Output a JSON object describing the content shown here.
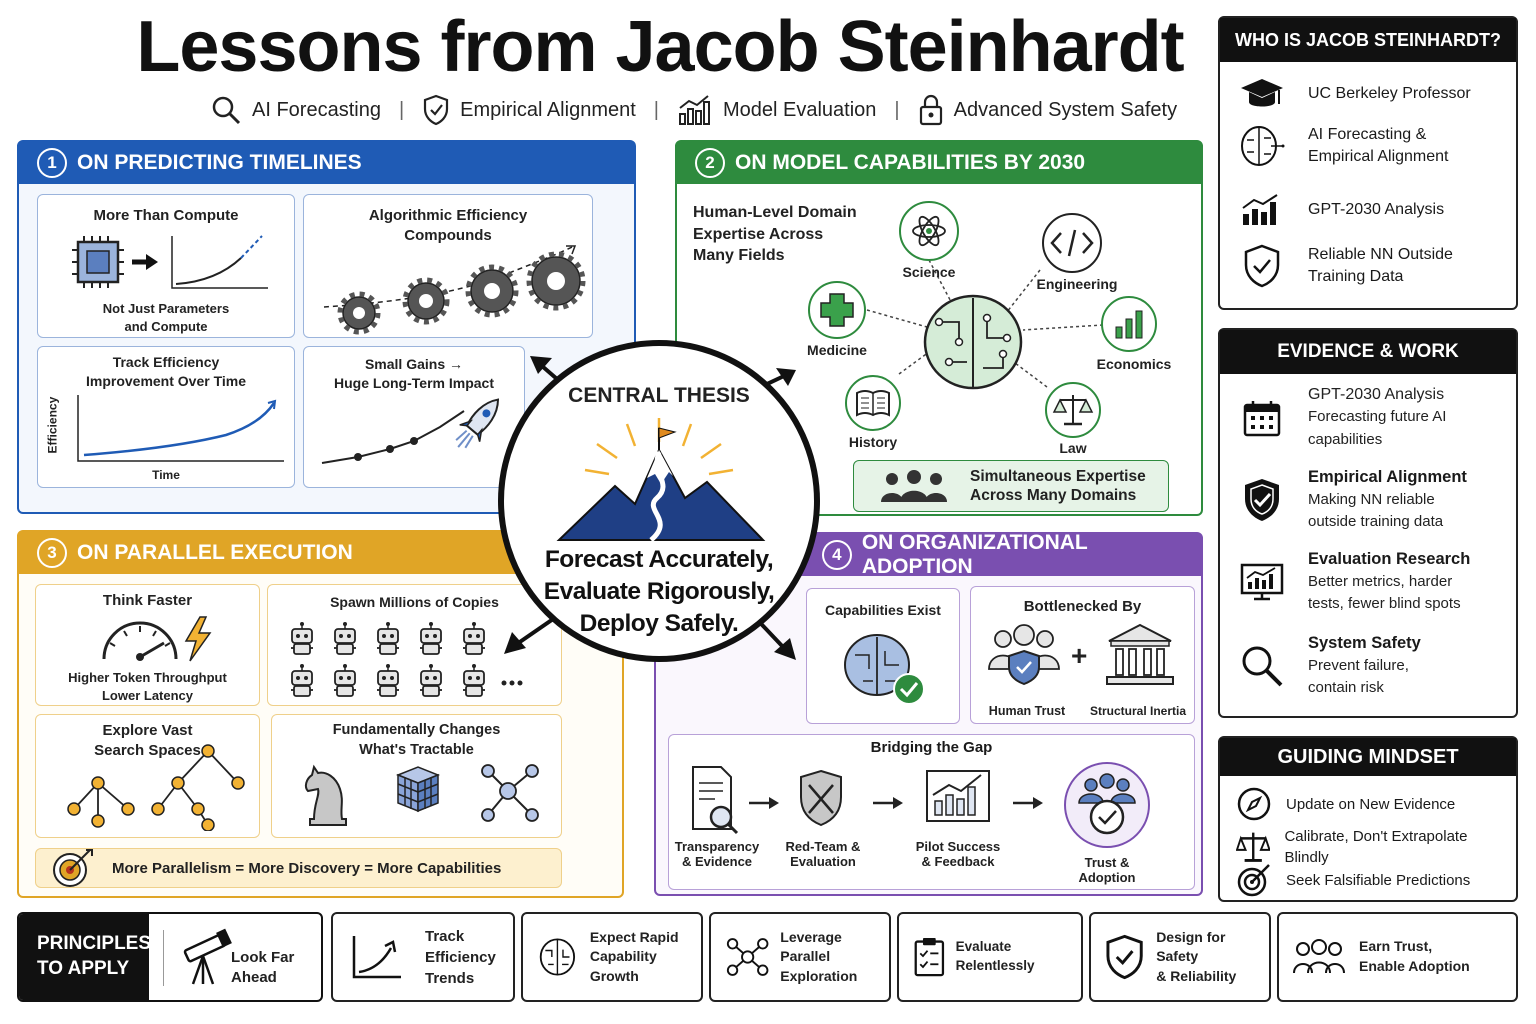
{
  "title": "Lessons from Jacob Steinhardt",
  "topics": [
    "AI Forecasting",
    "Empirical Alignment",
    "Model Evaluation",
    "Advanced System Safety"
  ],
  "colors": {
    "blue": "#1f5bb5",
    "green": "#2e8b3e",
    "orange": "#e0a526",
    "purple": "#7a4fb0",
    "black": "#111111"
  },
  "sections": {
    "s1": {
      "num": "1",
      "title": "ON PREDICTING TIMELINES",
      "cards": {
        "compute": {
          "title": "More Than Compute",
          "caption": "Not Just Parameters\nand Compute"
        },
        "algo": {
          "title": "Algorithmic Efficiency\nCompounds"
        },
        "track": {
          "title": "Track Efficiency\nImprovement Over Time",
          "ylabel": "Efficiency",
          "xlabel": "Time"
        },
        "small": {
          "title": "Small Gains →\nHuge Long-Term Impact"
        }
      }
    },
    "s2": {
      "num": "2",
      "title": "ON MODEL CAPABILITIES BY 2030",
      "intro": "Human-Level Domain\nExpertise Across\nMany Fields",
      "domains": {
        "science": "Science",
        "engineering": "Engineering",
        "medicine": "Medicine",
        "economics": "Economics",
        "history": "History",
        "law": "Law"
      },
      "banner": "Simultaneous Expertise\nAcross Many Domains"
    },
    "s3": {
      "num": "3",
      "title": "ON PARALLEL EXECUTION",
      "cards": {
        "think": {
          "title": "Think Faster",
          "caption": "Higher Token Throughput\nLower Latency"
        },
        "spawn": {
          "title": "Spawn Millions of Copies"
        },
        "explore": {
          "title": "Explore Vast\nSearch Spaces"
        },
        "fundamental": {
          "title": "Fundamentally Changes\nWhat's Tractable"
        }
      },
      "banner": "More Parallelism = More Discovery = More Capabilities"
    },
    "s4": {
      "num": "4",
      "title": "ON ORGANIZATIONAL ADOPTION",
      "cap_exist": "Capabilities Exist",
      "bottleneck": {
        "title": "Bottlenecked By",
        "trust": "Human Trust",
        "plus": "+",
        "inertia": "Structural Inertia"
      },
      "bridging": {
        "title": "Bridging the Gap",
        "steps": [
          "Transparency\n& Evidence",
          "Red-Team &\nEvaluation",
          "Pilot Success\n& Feedback",
          "Trust &\nAdoption"
        ]
      }
    }
  },
  "central": {
    "title": "CENTRAL THESIS",
    "text": "Forecast Accurately,\nEvaluate Rigorously,\nDeploy Safely."
  },
  "who": {
    "title": "WHO IS JACOB STEINHARDT?",
    "items": [
      "UC Berkeley Professor",
      "AI Forecasting &\nEmpirical Alignment",
      "GPT-2030 Analysis",
      "Reliable NN Outside\nTraining Data"
    ]
  },
  "evidence": {
    "title": "EVIDENCE & WORK",
    "items": [
      {
        "title": "GPT-2030 Analysis",
        "desc": "Forecasting future AI\ncapabilities"
      },
      {
        "title": "Empirical Alignment",
        "desc": "Making NN reliable\noutside training data"
      },
      {
        "title": "Evaluation Research",
        "desc": "Better metrics, harder\ntests, fewer blind spots"
      },
      {
        "title": "System Safety",
        "desc": "Prevent failure,\ncontain risk"
      }
    ]
  },
  "mindset": {
    "title": "GUIDING MINDSET",
    "items": [
      "Update on New Evidence",
      "Calibrate, Don't Extrapolate Blindly",
      "Seek Falsifiable Predictions"
    ]
  },
  "principles": {
    "title": "PRINCIPLES\nTO APPLY",
    "items": [
      "Look Far\nAhead",
      "Track\nEfficiency\nTrends",
      "Expect Rapid\nCapability Growth",
      "Leverage Parallel\nExploration",
      "Evaluate Relentlessly",
      "Design for Safety\n& Reliability",
      "Earn Trust,\nEnable Adoption"
    ]
  }
}
